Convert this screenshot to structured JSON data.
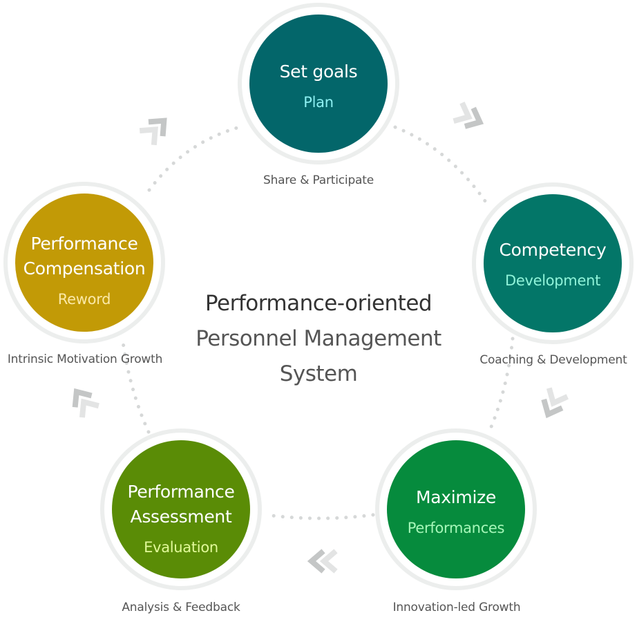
{
  "center": {
    "line1": "Performance-oriented",
    "line2": "Personnel Management",
    "line3": "System"
  },
  "nodes": [
    {
      "title_lines": [
        "Set goals"
      ],
      "subtitle": "Plan",
      "caption": "Share & Participate",
      "fill": "#03666a",
      "subtitle_color": "#8ef0f2"
    },
    {
      "title_lines": [
        "Competency"
      ],
      "subtitle": "Development",
      "caption": "Coaching & Development",
      "fill": "#037668",
      "subtitle_color": "#8ff3d9"
    },
    {
      "title_lines": [
        "Maximize"
      ],
      "subtitle": "Performances",
      "caption": "Innovation-led Growth",
      "fill": "#068b3d",
      "subtitle_color": "#a6f7b9"
    },
    {
      "title_lines": [
        "Performance",
        "Assessment"
      ],
      "subtitle": "Evaluation",
      "caption": "Analysis & Feedback",
      "fill": "#5a8c06",
      "subtitle_color": "#e2f99a"
    },
    {
      "title_lines": [
        "Performance",
        "Compensation"
      ],
      "subtitle": "Reword",
      "caption": "Intrinsic Motivation Growth",
      "fill": "#c29a06",
      "subtitle_color": "#fbe9a8"
    }
  ],
  "colors": {
    "ring": "#eceeed",
    "dots": "#d6d8d8",
    "arrow_dark": "#c4c6c6",
    "arrow_light": "#e3e4e4",
    "center_dark": "#333333",
    "center_mid": "#555555"
  },
  "icons": [
    "chevron-double-icon"
  ]
}
